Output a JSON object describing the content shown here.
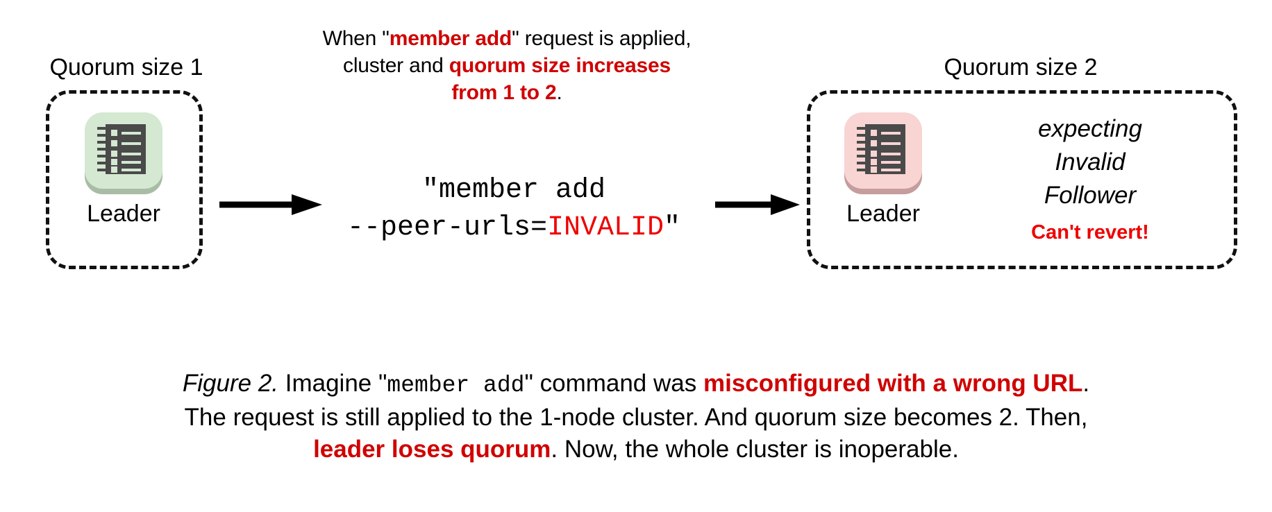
{
  "colors": {
    "accent_red": "#d00000",
    "bright_red": "#ee0000",
    "ink": "#000000",
    "node_green_tile": "#d4e8d2",
    "node_green_shadow": "#a9bda6",
    "node_pink_tile": "#f8d4d3",
    "node_pink_shadow": "#c49d9c",
    "icon_body": "#4a4a4a",
    "background": "#ffffff"
  },
  "top_note": {
    "line1_a": "When \"",
    "line1_b": "member add",
    "line1_c": "\" request is applied,",
    "line2_a": "cluster and ",
    "line2_b": "quorum size increases",
    "line3_b": "from 1 to 2",
    "line3_c": "."
  },
  "left_cluster": {
    "title": "Quorum size 1",
    "node": {
      "label": "Leader",
      "icon": "notebook-icon",
      "state_color": "green"
    }
  },
  "right_cluster": {
    "title": "Quorum size 2",
    "node": {
      "label": "Leader",
      "icon": "notebook-icon",
      "state_color": "pink"
    },
    "status_lines": [
      "expecting",
      "Invalid",
      "Follower"
    ],
    "warning": "Can't revert!"
  },
  "command": {
    "line1": "\"member add",
    "line2_prefix": "--peer-urls=",
    "line2_invalid": "INVALID",
    "line2_suffix": "\""
  },
  "arrows": {
    "left_arrow": "arrow-right-icon",
    "right_arrow": "arrow-right-icon"
  },
  "figure_caption": {
    "line1_label": "Figure 2.",
    "line1_a": " Imagine \"",
    "line1_mono": "member add",
    "line1_b": "\" command was ",
    "line1_red": "misconfigured with a wrong URL",
    "line1_c": ".",
    "line2": "The request is still applied to the 1-node cluster. And quorum size becomes 2. Then,",
    "line3_red": "leader loses quorum",
    "line3_tail": ". Now, the whole cluster is inoperable."
  }
}
